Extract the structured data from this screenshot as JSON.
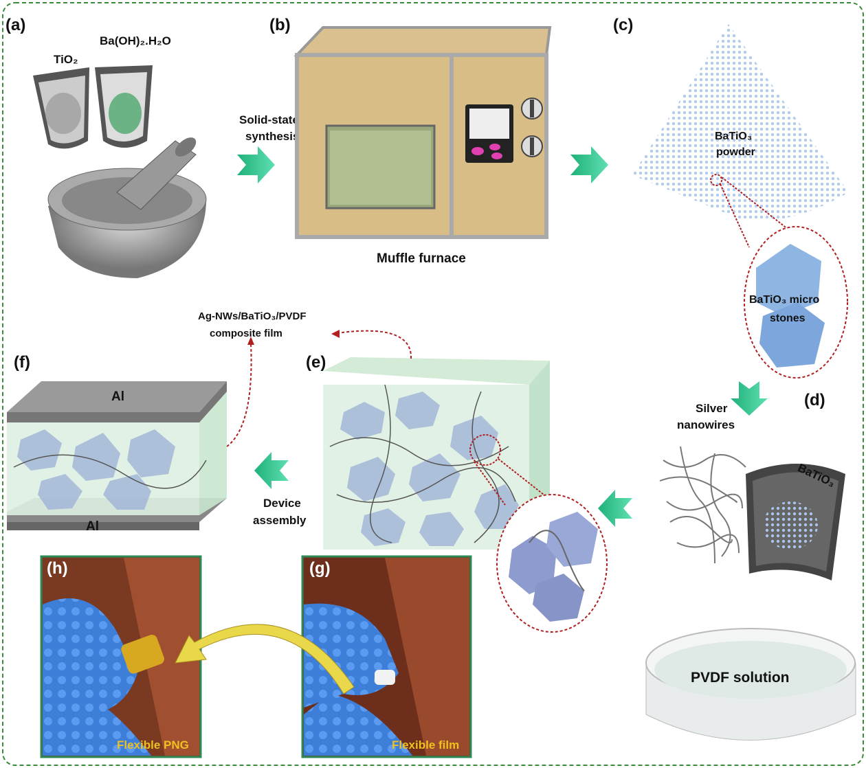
{
  "panels": {
    "a": "(a)",
    "b": "(b)",
    "c": "(c)",
    "d": "(d)",
    "e": "(e)",
    "f": "(f)",
    "g": "(g)",
    "h": "(h)"
  },
  "labels": {
    "tio2": "TiO₂",
    "baoh": "Ba(OH)₂.H₂O",
    "solid_state_1": "Solid-state",
    "solid_state_2": "synthesis",
    "muffle": "Muffle furnace",
    "powder_1": "BaTiO₃",
    "powder_2": "powder",
    "micro_1": "BaTiO₃ micro",
    "micro_2": "stones",
    "silver_1": "Silver",
    "silver_2": "nanowires",
    "batio3_cup": "BaTiO₃",
    "pvdf": "PVDF solution",
    "composite_1": "Ag-NWs/BaTiO₃/PVDF",
    "composite_2": "composite film",
    "al_top": "Al",
    "al_bottom": "Al",
    "device_1": "Device",
    "device_2": "assembly",
    "flex_png": "Flexible PNG",
    "flex_film": "Flexible film"
  },
  "colors": {
    "border": "#3a8a3a",
    "arrow": "#2ec48a",
    "dashed_red": "#b02020",
    "film": "#cfe9d4",
    "crystal": "#9fb4d8"
  }
}
